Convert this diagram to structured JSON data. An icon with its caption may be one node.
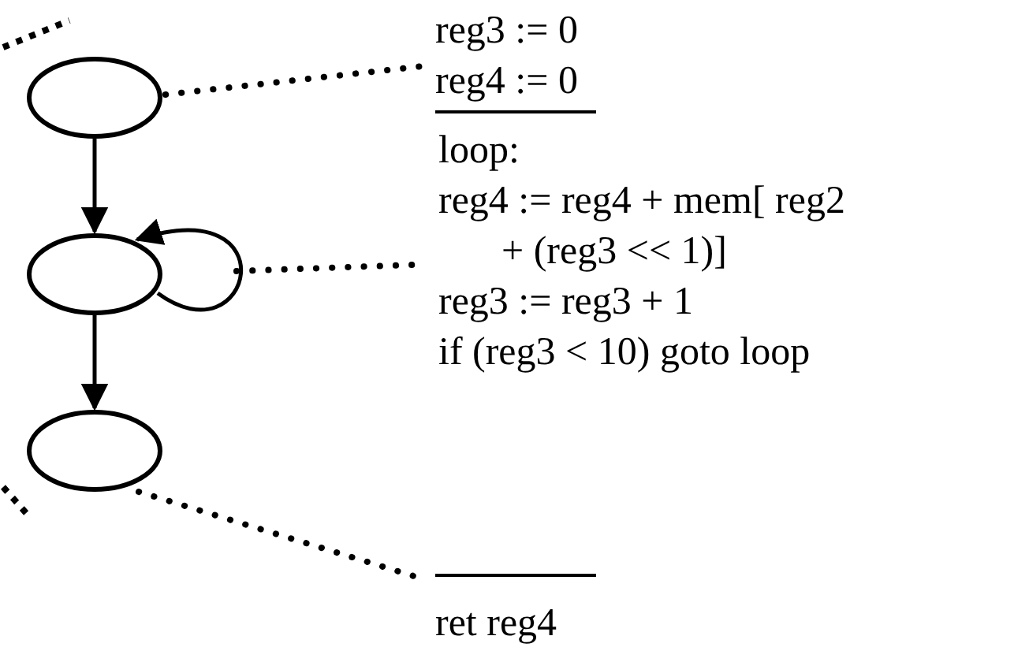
{
  "diagram": {
    "nodes": [
      {
        "text": [],
        "shape": "ellipse"
      },
      {
        "text": [],
        "shape": "ellipse"
      },
      {
        "text": [],
        "shape": "ellipse"
      },
      {
        "text": [
          "reg3 := 0",
          "reg4 := 0"
        ]
      },
      {
        "text": [
          "loop:",
          "reg4 := reg4 + mem[ reg2 + (reg3 << 1)]",
          "reg3 := reg3 + 1",
          "if (reg3 < 10) goto loop"
        ]
      },
      {
        "text": [
          "ret reg4"
        ]
      }
    ],
    "edges": [
      {
        "from": 0,
        "to": 1,
        "arrow": "to"
      },
      {
        "from": 1,
        "to": 1,
        "arrow": "to"
      },
      {
        "from": 1,
        "to": 2,
        "arrow": "to"
      },
      {
        "from": 0,
        "to": 3,
        "arrow": "none",
        "style": "dashed"
      },
      {
        "from": 1,
        "to": 4,
        "arrow": "none",
        "style": "dashed"
      },
      {
        "from": 2,
        "to": 5,
        "arrow": "none",
        "style": "dashed"
      }
    ]
  }
}
